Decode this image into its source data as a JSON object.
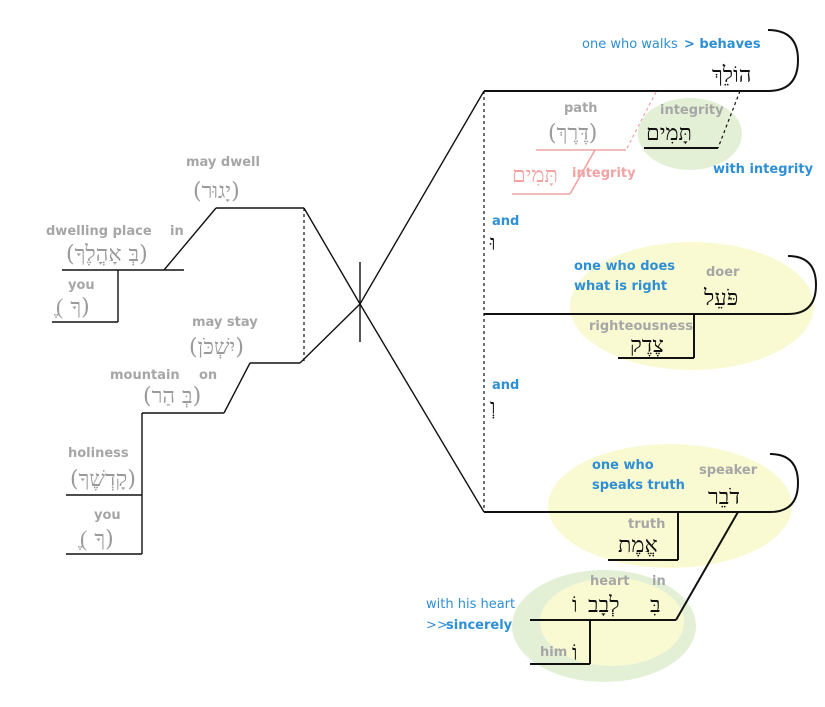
{
  "colors": {
    "note": "#2e8fd4",
    "label": "#a6a6a6",
    "faded_pink": "#f2a3a3",
    "highlight_yellow": "#fafad2",
    "highlight_green": "#e3f0d5"
  },
  "left": {
    "dwell_label": "may dwell",
    "dwell_word": "(יָגוּר)",
    "dwelling_label": "dwelling place",
    "in_label": "in",
    "dwelling_word": "(בְּ   אָהֳלֶךָ)",
    "you1_label": "you",
    "you1_word": "(ֶ  ךָ)",
    "stay_label": "may stay",
    "stay_word": "(יִשְׁכֹּן)",
    "mountain_label": "mountain",
    "on_label": "on",
    "mountain_word": "(בְּ   הַר)",
    "holiness_label": "holiness",
    "holiness_word": "(קָדְשֶׁךָ)",
    "you2_label": "you",
    "you2_word": "(ֶ  ךָ)"
  },
  "right": {
    "walks_note": "one who walks",
    "walks_note_bold": "> behaves",
    "walks_word": "הוֹלֵךְ",
    "path_label": "path",
    "path_word": "(דֶּרֶךְ)",
    "integrity_faded_word": "תָּמִים",
    "integrity_faded_label": "integrity",
    "integrity_label": "integrity",
    "integrity_word": "תָּמִים",
    "integrity_note": "with integrity",
    "and1_label": "and",
    "and1_word": "וּ",
    "does_note_line1": "one who does",
    "does_note_line2": "what is right",
    "doer_label": "doer",
    "doer_word": "פֹּעֵל",
    "righteousness_label": "righteousness",
    "righteousness_word": "צֶדֶק",
    "and2_label": "and",
    "and2_word": "וְ",
    "speaks_note_line1": "one who",
    "speaks_note_line2": "speaks truth",
    "speaker_label": "speaker",
    "speaker_word": "דֹבֵר",
    "truth_label": "truth",
    "truth_word": "אֱמֶת",
    "heart_label": "heart",
    "in_label": "in",
    "heart_word": "לְבָב",
    "heart_word_suffix": "וֹ",
    "in_word": "בִּ",
    "heart_note_line1": "with his heart",
    "heart_note_prefix": ">>",
    "heart_note_bold": "sincerely",
    "him_label": "him",
    "him_word": "וֹ"
  }
}
